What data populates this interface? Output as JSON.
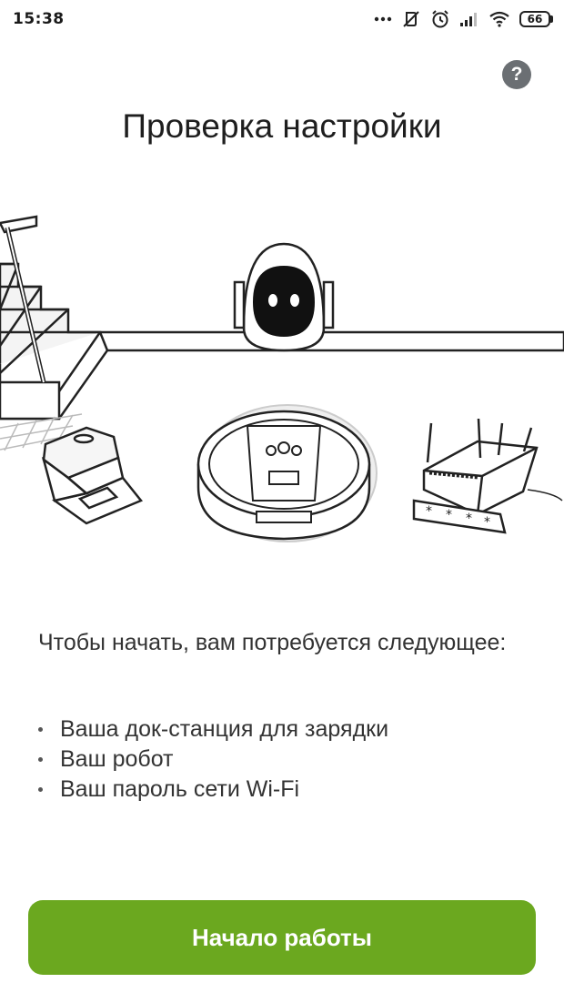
{
  "status_bar": {
    "time": "15:38",
    "battery_level": "66",
    "icons": [
      "dots-icon",
      "vibrate-off-icon",
      "alarm-icon",
      "signal-icon",
      "wifi-icon",
      "battery-icon"
    ]
  },
  "header": {
    "help_label": "?",
    "title": "Проверка настройки"
  },
  "main": {
    "intro": "Чтобы начать, вам потребуется следующее:",
    "requirements": [
      "Ваша док-станция для зарядки",
      "Ваш робот",
      "Ваш пароль сети Wi-Fi"
    ]
  },
  "footer": {
    "start_label": "Начало работы"
  },
  "colors": {
    "accent": "#6ba81f",
    "help_icon": "#6b6f73",
    "text": "#333333"
  }
}
